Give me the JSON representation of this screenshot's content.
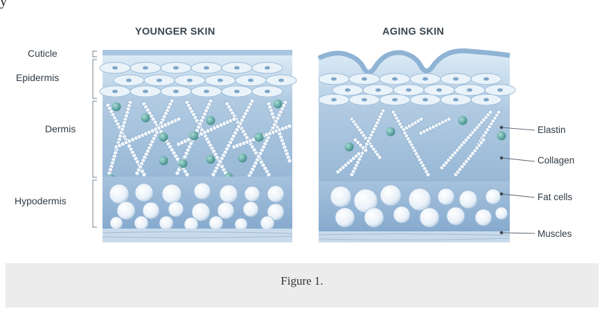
{
  "top_text": "y",
  "titles": {
    "left": "YOUNGER SKIN",
    "right": "AGING SKIN"
  },
  "layers": {
    "cuticle": "Cuticle",
    "epidermis": "Epidermis",
    "dermis": "Dermis",
    "hypodermis": "Hypodermis"
  },
  "components": {
    "elastin": "Elastin",
    "collagen": "Collagen",
    "fat_cells": "Fat cells",
    "muscles": "Muscles"
  },
  "caption": "Figure 1.",
  "colors": {
    "epidermis": "#c4dbed",
    "dermis": "#a9c4de",
    "hypodermis": "#8cb0d4",
    "fat_cell": "#eef4fa",
    "elastin": "#5fa8a4",
    "collagen": "#f4f8fc",
    "muscle": "#c9dbeb"
  }
}
